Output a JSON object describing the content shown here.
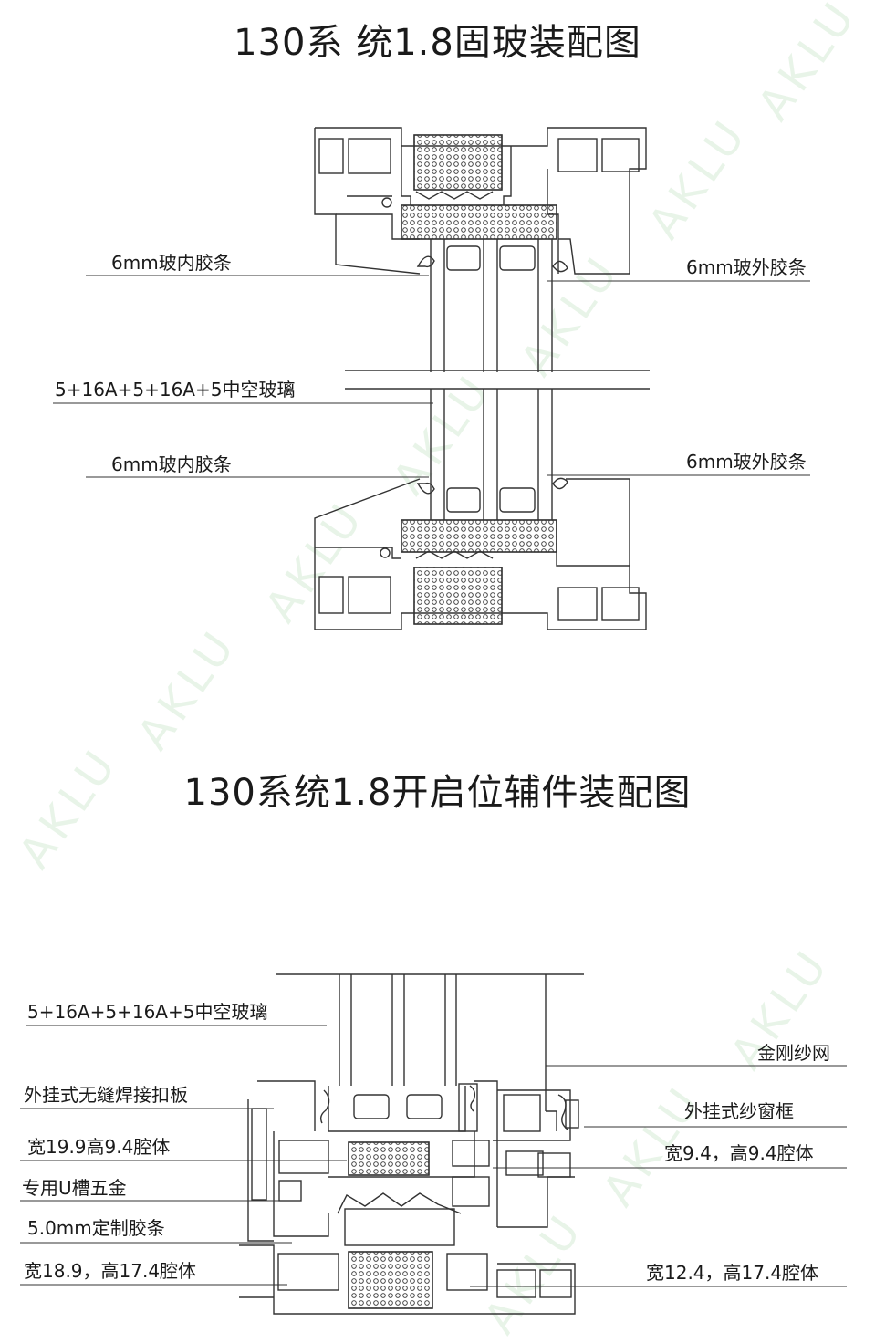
{
  "watermark": "AKLU",
  "section1": {
    "title": "130系 统1.8固玻装配图",
    "labels": {
      "inner_strip_top": "6mm玻内胶条",
      "outer_strip_top": "6mm玻外胶条",
      "glass": "5+16A+5+16A+5中空玻璃",
      "inner_strip_bottom": "6mm玻内胶条",
      "outer_strip_bottom": "6mm玻外胶条"
    }
  },
  "section2": {
    "title": "130系统1.8开启位辅件装配图",
    "labels": {
      "glass": "5+16A+5+16A+5中空玻璃",
      "mesh": "金刚纱网",
      "cover_plate": "外挂式无缝焊接扣板",
      "screen_frame": "外挂式纱窗框",
      "cavity_19": "宽19.9高9.4腔体",
      "cavity_9": "宽9.4，高9.4腔体",
      "u_hardware": "专用U槽五金",
      "custom_strip": "5.0mm定制胶条",
      "cavity_18": "宽18.9，高17.4腔体",
      "cavity_12": "宽12.4，高17.4腔体"
    }
  },
  "colors": {
    "line": "#333333",
    "text": "#1a1a1a",
    "watermark": "#9bd09b"
  }
}
